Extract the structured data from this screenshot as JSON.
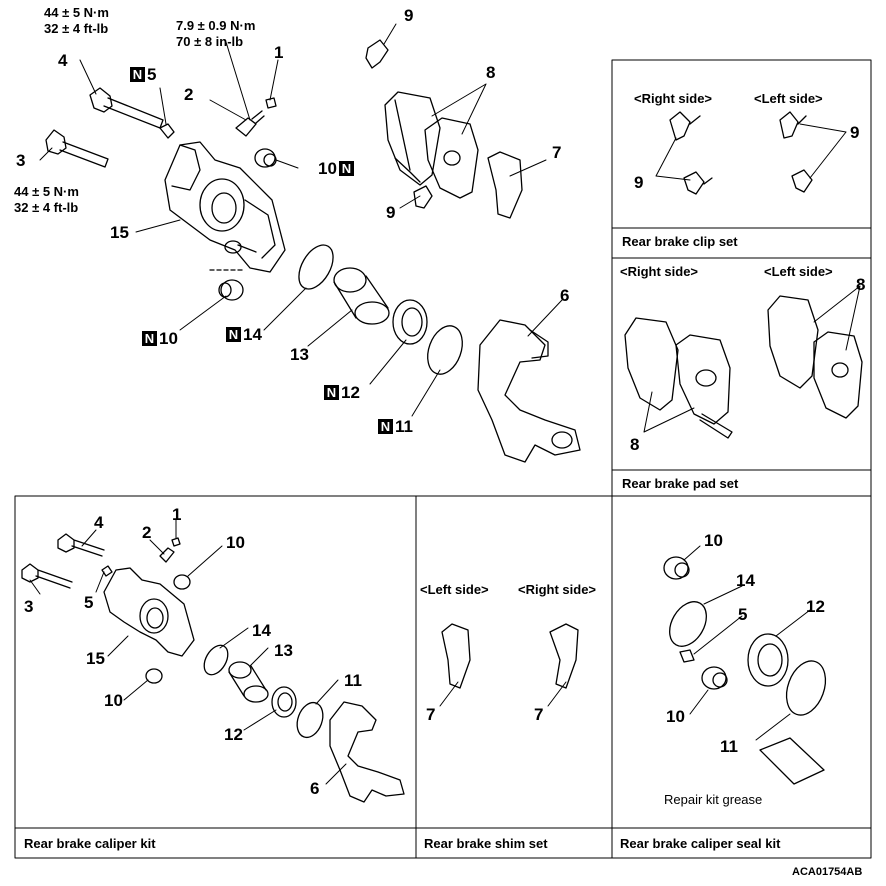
{
  "torques": {
    "t4": "44 ± 5 N·m\n32 ± 4 ft-lb",
    "t2": "7.9 ± 0.9 N·m\n70 ± 8 in-lb",
    "t3": "44 ± 5 N·m\n32 ± 4 ft-lb"
  },
  "n_mark": "N",
  "main": {
    "n1": "1",
    "n2": "2",
    "n3": "3",
    "n4": "4",
    "n5": "5",
    "n6": "6",
    "n7": "7",
    "n8": "8",
    "n9a": "9",
    "n9b": "9",
    "n10a": "10",
    "n10b": "10",
    "n11": "11",
    "n12": "12",
    "n13": "13",
    "n14": "14",
    "n15": "15"
  },
  "clip_set": {
    "right": "<Right side>",
    "left": "<Left side>",
    "n9r": "9",
    "n9l": "9",
    "caption": "Rear brake clip set"
  },
  "pad_set": {
    "right": "<Right side>",
    "left": "<Left side>",
    "n8l": "8",
    "n8r": "8",
    "caption": "Rear brake pad set"
  },
  "caliper_kit": {
    "n1": "1",
    "n2": "2",
    "n3": "3",
    "n4": "4",
    "n5": "5",
    "n6": "6",
    "n10a": "10",
    "n10b": "10",
    "n11": "11",
    "n12": "12",
    "n13": "13",
    "n14": "14",
    "n15": "15",
    "caption": "Rear brake caliper kit"
  },
  "shim_set": {
    "left": "<Left side>",
    "right": "<Right side>",
    "n7l": "7",
    "n7r": "7",
    "caption": "Rear brake shim set"
  },
  "seal_kit": {
    "n10a": "10",
    "n14": "14",
    "n5": "5",
    "n12": "12",
    "n10b": "10",
    "n11": "11",
    "grease": "Repair kit grease",
    "caption": "Rear brake caliper seal kit"
  },
  "code": "ACA01754AB"
}
